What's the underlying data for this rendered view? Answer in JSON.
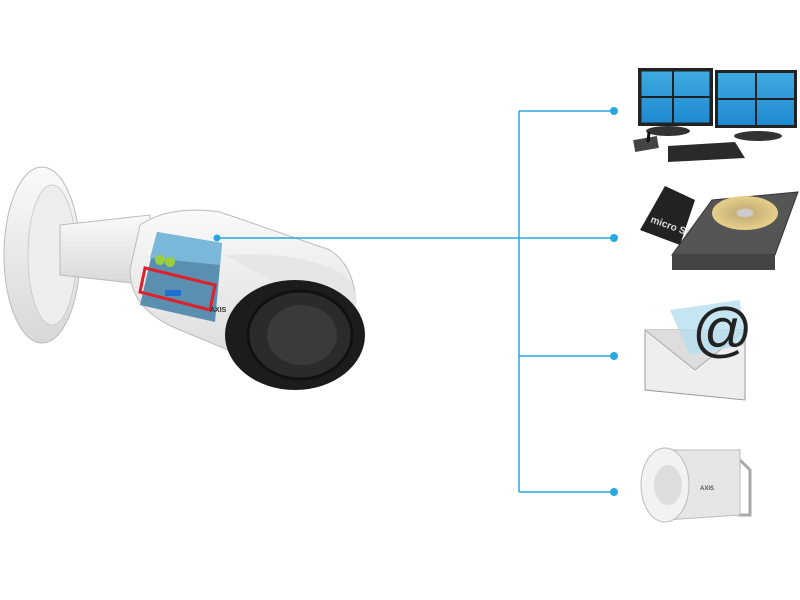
{
  "diagram": {
    "connector_color": "#29a8e0",
    "source": {
      "name": "camera",
      "logo_text": "AXIS",
      "overlay_color": "#e0202a"
    },
    "targets": [
      {
        "name": "monitoring-station",
        "icon": "monitors-keyboard-joystick-icon"
      },
      {
        "name": "storage",
        "icon": "sd-card-and-hard-drive-icon",
        "logo_text": "micro SD"
      },
      {
        "name": "email",
        "icon": "envelope-at-icon",
        "symbol": "@"
      },
      {
        "name": "horn-speaker",
        "icon": "horn-speaker-icon",
        "logo_text": "AXIS"
      }
    ]
  }
}
